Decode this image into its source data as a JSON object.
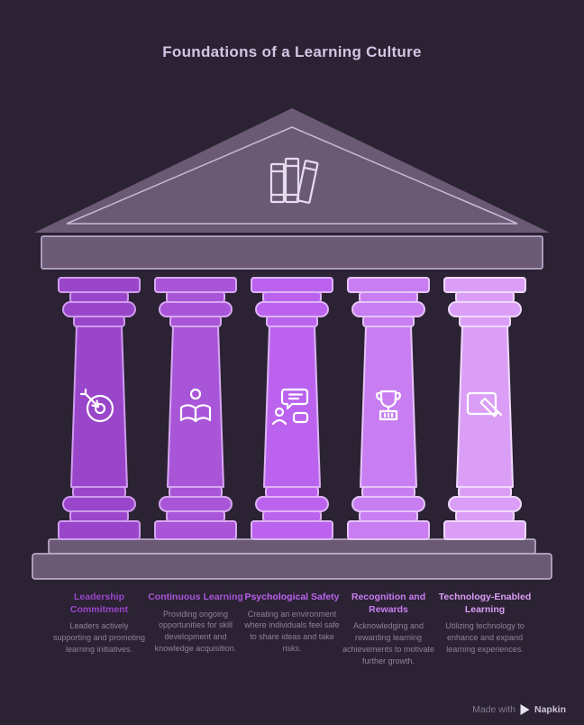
{
  "title": "Foundations of a Learning Culture",
  "colors": {
    "background": "#2b2233",
    "title": "#d4c5e4",
    "structure": "#6b5a74",
    "structure_outline": "#c9b8d8",
    "description_text": "#8e8399",
    "icon_stroke": "#ffffff",
    "pediment_icon_stroke": "#e6dcf0"
  },
  "pediment": {
    "icon": "bookshelf-icon"
  },
  "pillars": [
    {
      "icon": "target-arrow-icon",
      "color": "#9a46ca",
      "outline": "#cf9bee",
      "heading": "Leadership Commitment",
      "description": "Leaders actively supporting and promoting learning initiatives."
    },
    {
      "icon": "person-reading-icon",
      "color": "#a855d8",
      "outline": "#d7a8f2",
      "heading": "Continuous Learning",
      "description": "Providing ongoing opportunities for skill development and knowledge acquisition."
    },
    {
      "icon": "discussion-bubbles-icon",
      "color": "#bb63ee",
      "outline": "#ddb3f6",
      "heading": "Psychological Safety",
      "description": "Creating an environment where individuals feel safe to share ideas and take risks."
    },
    {
      "icon": "trophy-icon",
      "color": "#c87df1",
      "outline": "#e5c4f8",
      "heading": "Recognition and Rewards",
      "description": "Acknowledging and rewarding learning achievements to motivate further growth."
    },
    {
      "icon": "screen-pencil-icon",
      "color": "#db9ef7",
      "outline": "#efd9fc",
      "heading": "Technology-Enabled Learning",
      "description": "Utilizing technology to enhance and expand learning experiences."
    }
  ],
  "watermark": {
    "prefix": "Made with",
    "brand": "Napkin"
  }
}
